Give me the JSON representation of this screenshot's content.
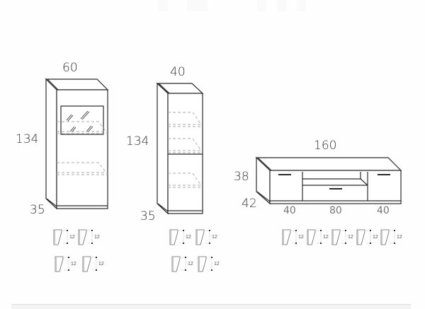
{
  "drawing": {
    "units": [
      {
        "id": "vitrine",
        "width_label": "60",
        "height_label": "134",
        "depth_label": "35",
        "handles": [
          "12",
          "12",
          "12",
          "12"
        ]
      },
      {
        "id": "tall-cabinet",
        "width_label": "40",
        "height_label": "134",
        "depth_label": "35",
        "handles": [
          "12",
          "12",
          "12",
          "12"
        ]
      },
      {
        "id": "tv-stand",
        "width_label": "160",
        "height_label": "38",
        "depth_label": "42",
        "section_labels": [
          "40",
          "80",
          "40"
        ],
        "handles": [
          "12",
          "12",
          "12",
          "12",
          "12"
        ]
      }
    ]
  },
  "colors": {
    "line": "#2a2a2a",
    "dashed": "#aaaaaa",
    "label": "#333333",
    "sublabel": "#777777"
  }
}
